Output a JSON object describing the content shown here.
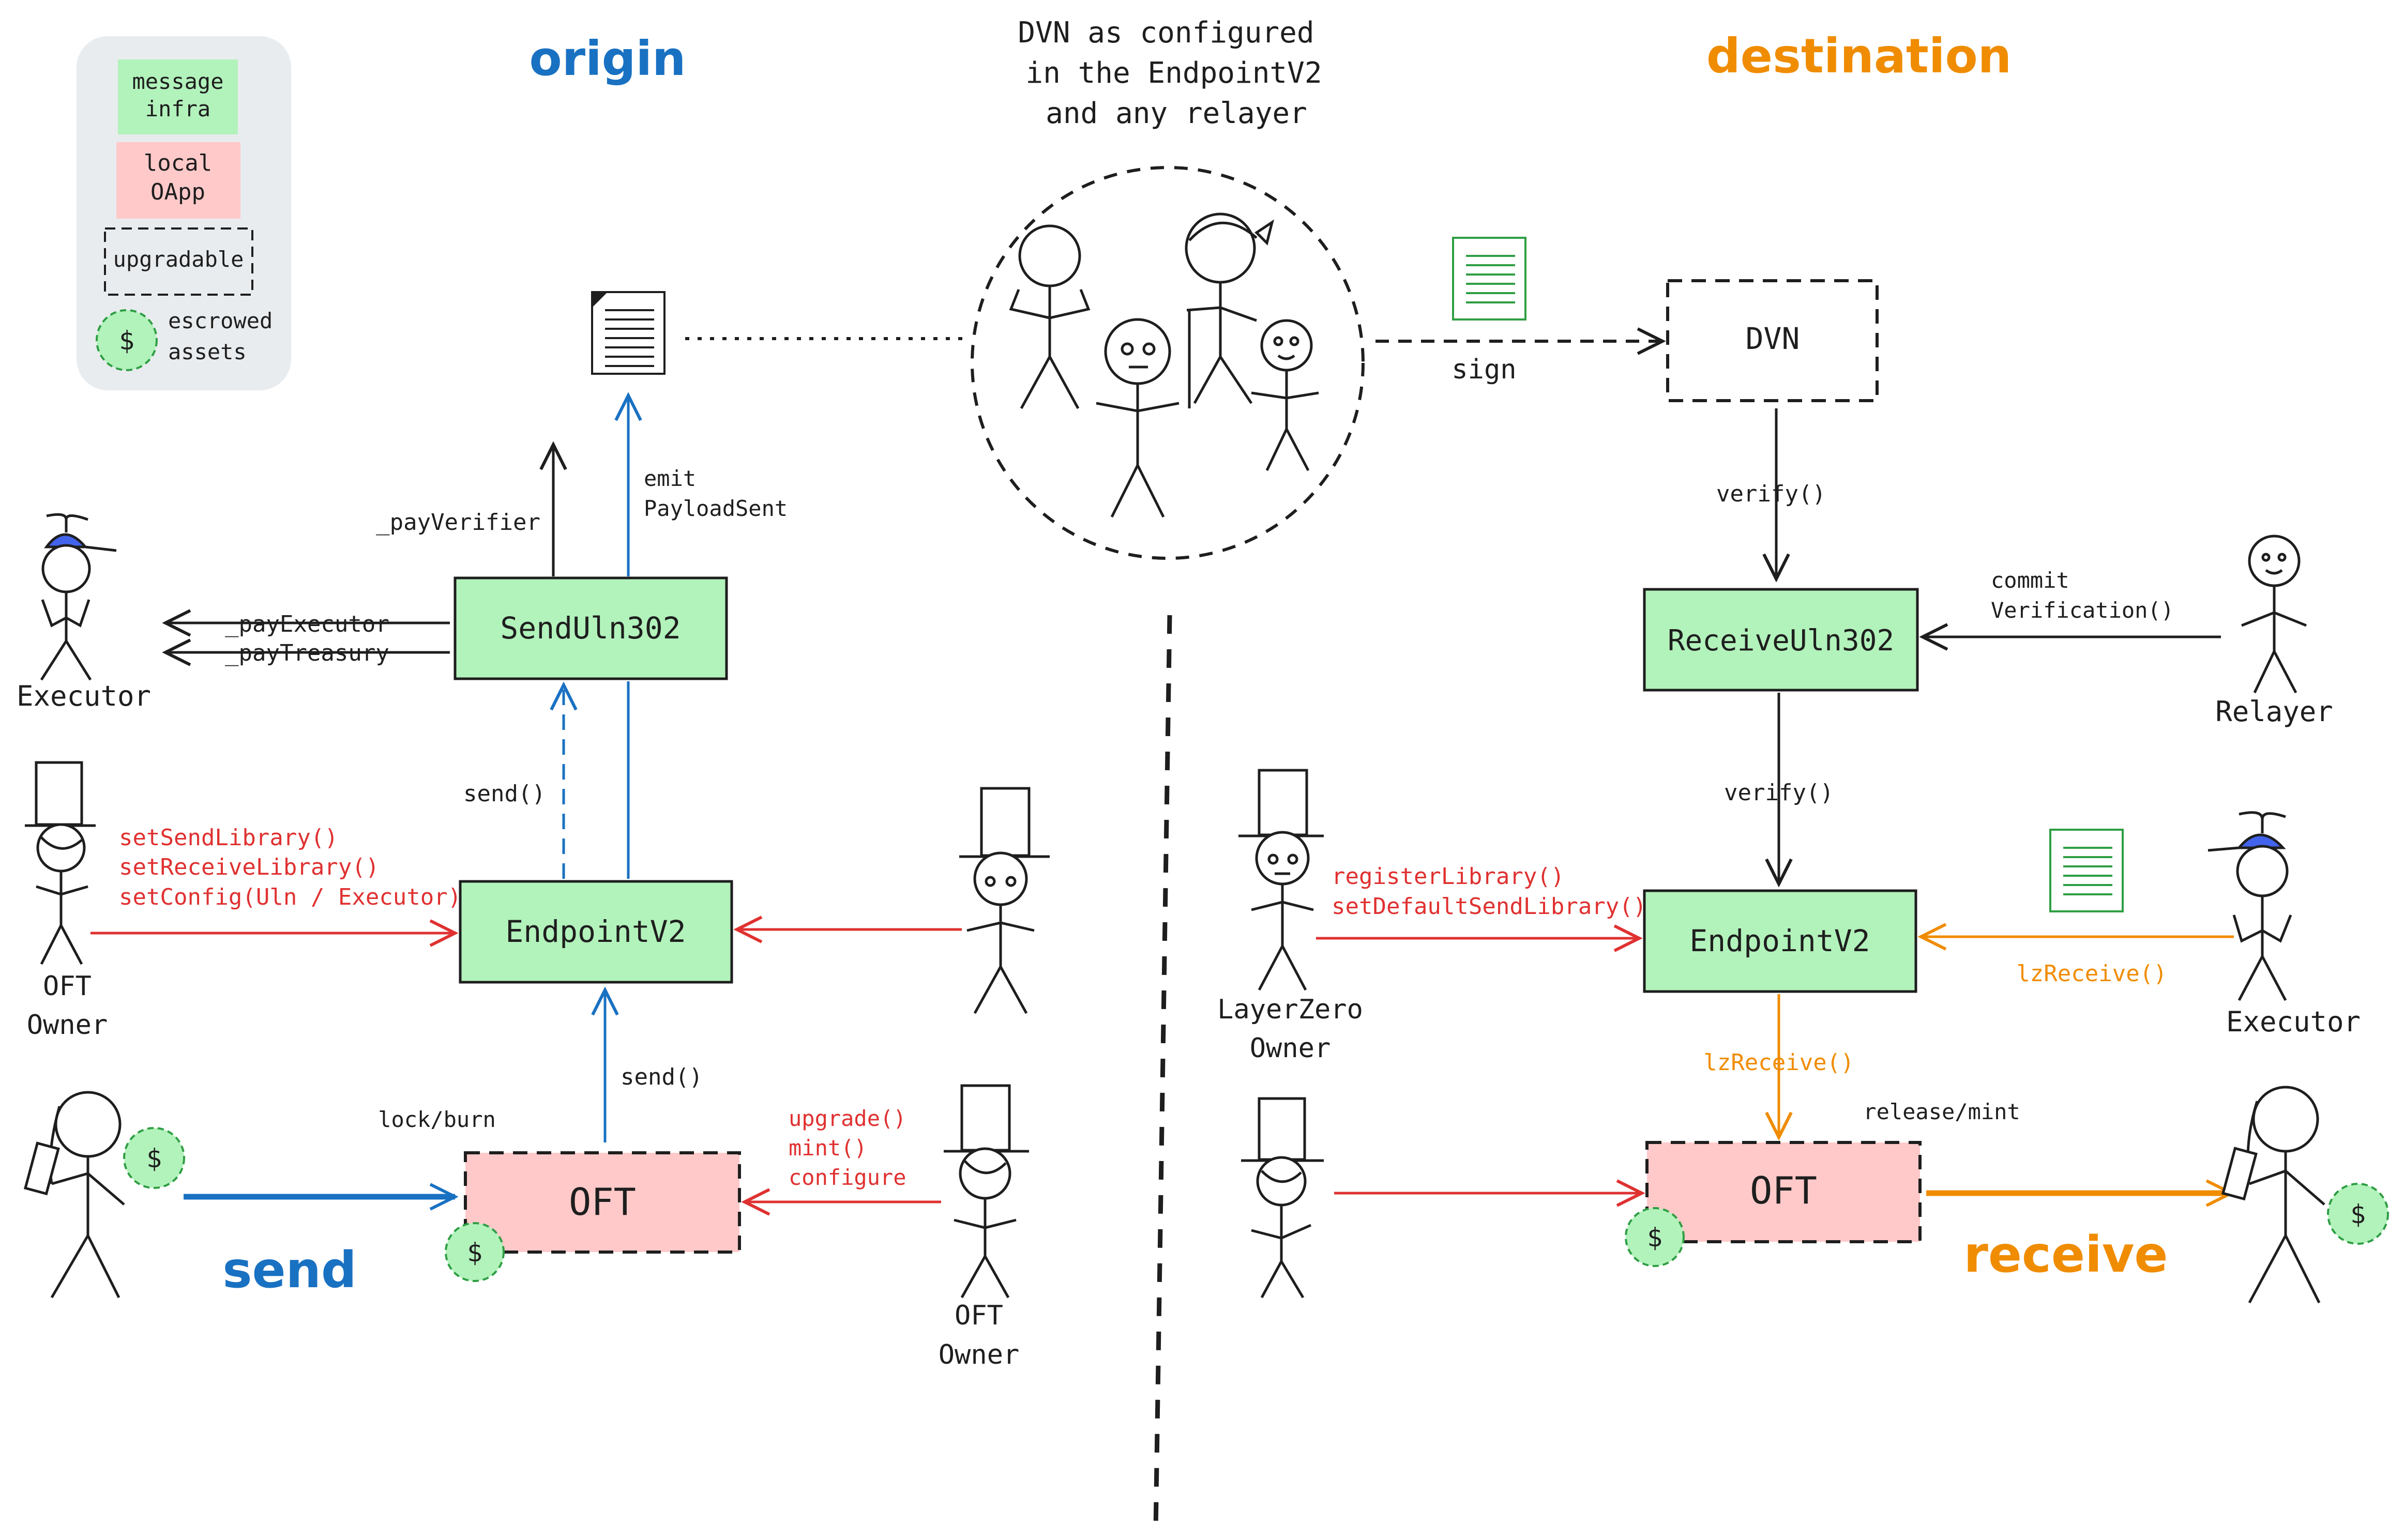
{
  "colors": {
    "infra_fill": "#b2f2bb",
    "oapp_fill": "#ffc9c9",
    "blue": "#1971c2",
    "orange": "#f08c00",
    "red": "#e03131",
    "green": "#2f9e44",
    "blue_hat": "#4263eb",
    "legend_bg": "#e9ecef",
    "ink": "#1e1e1e"
  },
  "legend": {
    "message_infra": [
      "message",
      "infra"
    ],
    "local_oapp": [
      "local",
      "OApp"
    ],
    "upgradable": "upgradable",
    "escrowed": [
      "escrowed",
      "assets"
    ],
    "dollar": "$"
  },
  "headings": {
    "origin": "origin",
    "destination": "destination",
    "dvn_caption": [
      "DVN as configured",
      "in the EndpointV2",
      "and any relayer"
    ]
  },
  "origin": {
    "send_uln": "SendUln302",
    "endpoint": "EndpointV2",
    "oft": "OFT",
    "pay_verifier": "_payVerifier",
    "emit": [
      "emit",
      "PayloadSent"
    ],
    "pay_executor": "_payExecutor",
    "pay_treasury": "_payTreasury",
    "executor_label": "Executor",
    "send_call_1": "send()",
    "send_call_2": "send()",
    "owner_calls": [
      "setSendLibrary()",
      "setReceiveLibrary()",
      "setConfig(Uln / Executor)"
    ],
    "owner_label": [
      "OFT",
      "Owner"
    ],
    "lock_burn": "lock/burn",
    "upgrade_calls": [
      "upgrade()",
      "mint()",
      "configure"
    ],
    "owner2_label": [
      "OFT",
      "Owner"
    ],
    "send_word": "send"
  },
  "destination": {
    "dvn": "DVN",
    "sign": "sign",
    "verify_1": "verify()",
    "receive_uln": "ReceiveUln302",
    "commit": [
      "commit",
      "Verification()"
    ],
    "relayer_label": "Relayer",
    "verify_2": "verify()",
    "endpoint": "EndpointV2",
    "lz_calls": [
      "registerLibrary()",
      "setDefaultSendLibrary()"
    ],
    "lz_owner": [
      "LayerZero",
      "Owner"
    ],
    "lz_receive_exec": "lzReceive()",
    "executor_label": "Executor",
    "lz_receive_down": "lzReceive()",
    "release_mint": "release/mint",
    "oft": "OFT",
    "receive_word": "receive"
  }
}
